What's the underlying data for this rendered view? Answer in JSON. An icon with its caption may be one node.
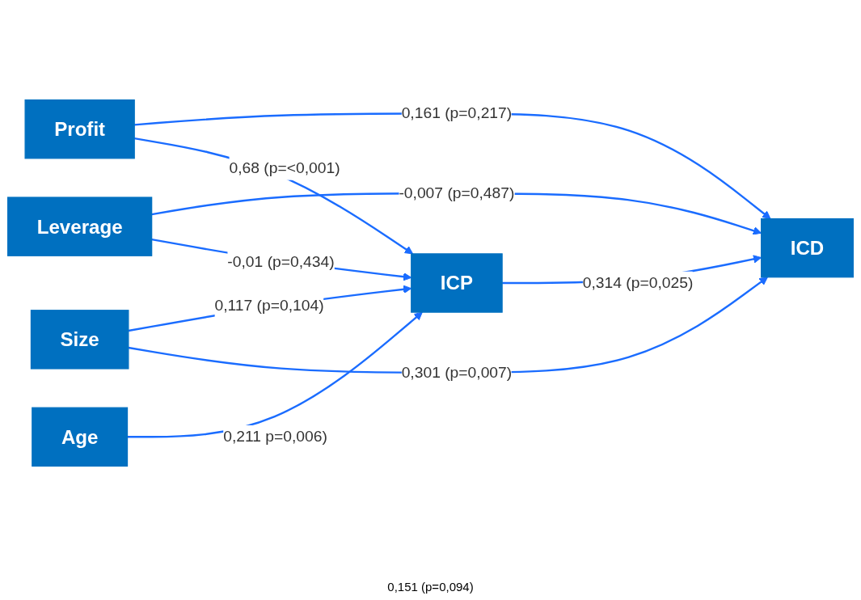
{
  "diagram": {
    "nodes": [
      {
        "text": [
          "Profit"
        ]
      },
      {
        "text": [
          "Leverage"
        ]
      },
      {
        "text": [
          "Size"
        ]
      },
      {
        "text": [
          "Age"
        ]
      },
      {
        "text": [
          "ICP"
        ]
      },
      {
        "text": [
          "ICD"
        ]
      }
    ],
    "edges": [
      {
        "from": 0,
        "to": 5,
        "arrow": "to",
        "label": "0,161 (p=0,217)"
      },
      {
        "from": 0,
        "to": 4,
        "arrow": "to",
        "label": "0,68 (p=<0,001)"
      },
      {
        "from": 1,
        "to": 5,
        "arrow": "to",
        "label": "-0,007 (p=0,487)"
      },
      {
        "from": 1,
        "to": 4,
        "arrow": "to",
        "label": "-0,01 (p=0,434)"
      },
      {
        "from": 2,
        "to": 4,
        "arrow": "to",
        "label": "0,117 (p=0,104)"
      },
      {
        "from": 3,
        "to": 4,
        "arrow": "to",
        "label": "0,211 p=0,006)"
      },
      {
        "from": 2,
        "to": 5,
        "arrow": "to",
        "label": "0,301 (p=0,007)"
      },
      {
        "from": 4,
        "to": 5,
        "arrow": "to",
        "label": "0,314 (p=0,025)"
      }
    ],
    "labels": [
      "0,151 (p=0,094)"
    ]
  }
}
